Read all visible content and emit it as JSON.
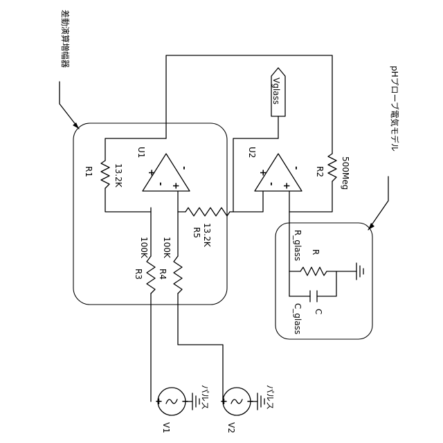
{
  "labels": {
    "diff_amp_title": "差動演算増幅器",
    "probe_title": "pHプローブ電気モデル",
    "net_vglass": "Vglass"
  },
  "components": {
    "R1": {
      "ref": "R1",
      "value": "13.2K"
    },
    "R2": {
      "ref": "R2",
      "value": "500Meg"
    },
    "R3": {
      "ref": "R3",
      "value": "100K"
    },
    "R4": {
      "ref": "R4",
      "value": "100K"
    },
    "R5": {
      "ref": "R5",
      "value": "13.2K"
    },
    "U1": {
      "ref": "U1"
    },
    "U2": {
      "ref": "U2"
    },
    "V1": {
      "ref": "V1",
      "value": "パルス"
    },
    "V2": {
      "ref": "V2",
      "value": "パルス"
    },
    "R_glass": {
      "ref": "R_glass",
      "value": "R"
    },
    "C_glass": {
      "ref": "C_glass",
      "value": "C"
    }
  },
  "signs": {
    "plus": "+",
    "minus": "−",
    "minus_ascii": "-"
  }
}
